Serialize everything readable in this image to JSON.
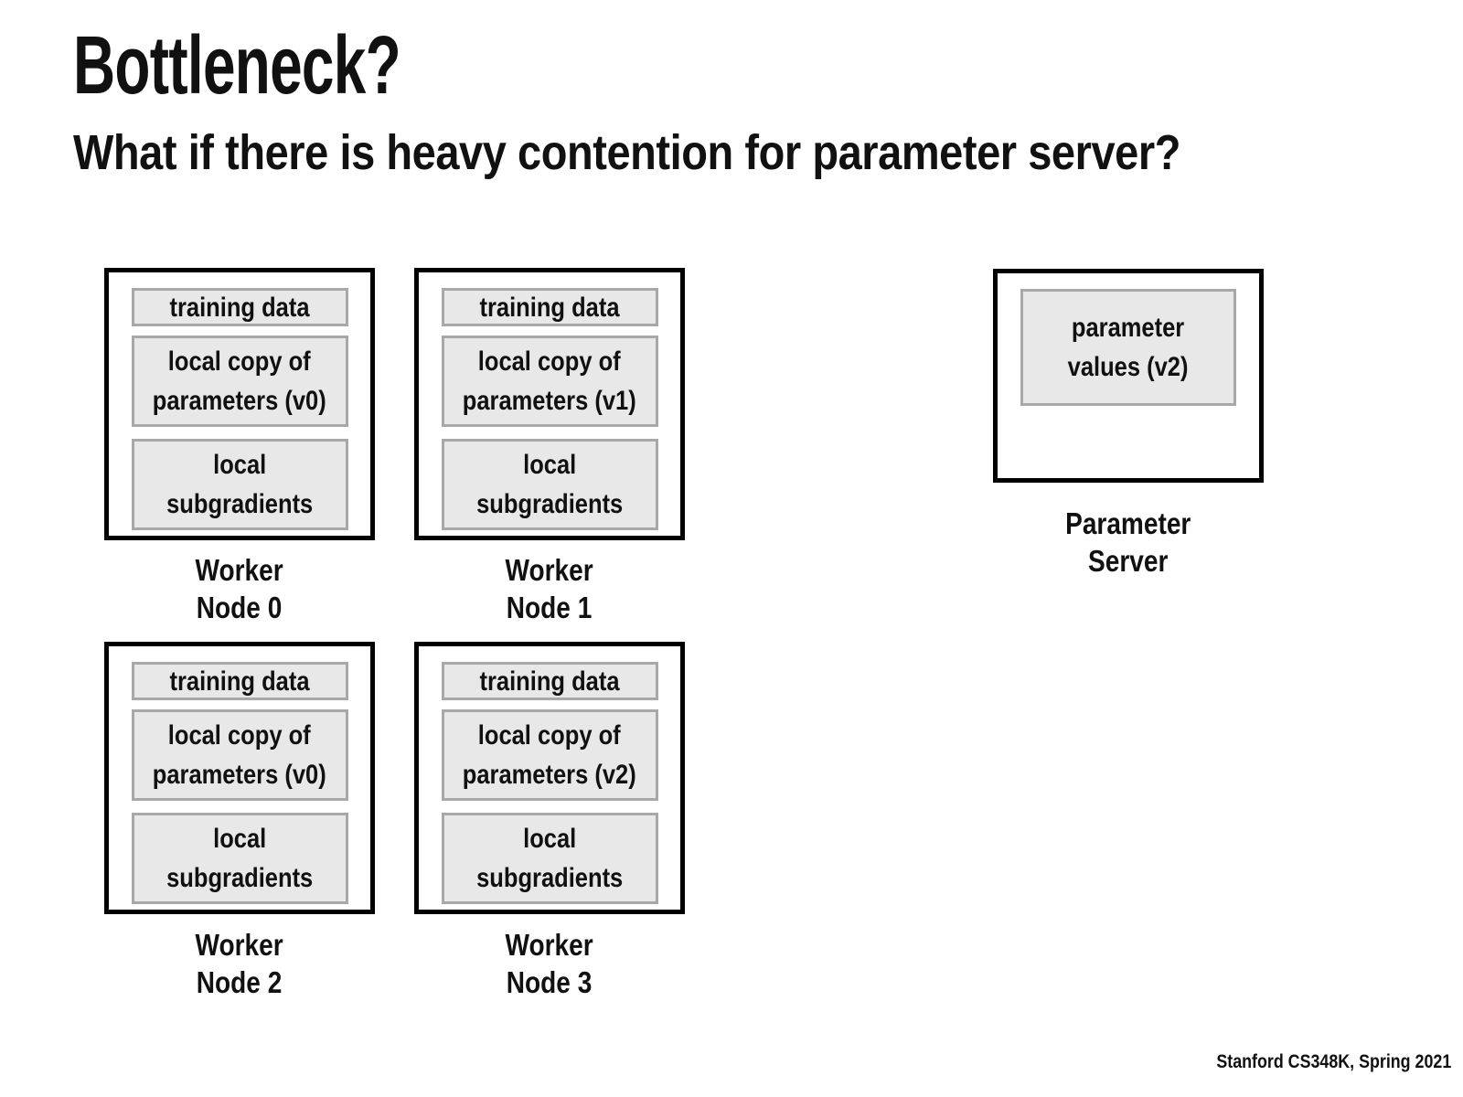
{
  "slide": {
    "title": "Bottleneck?",
    "subtitle": "What if there is heavy contention for parameter server?",
    "footer": "Stanford CS348K, Spring 2021"
  },
  "colors": {
    "background": "#ffffff",
    "box_fill": "#e8e8e8",
    "box_border": "#a8a8a8",
    "node_border": "#000000"
  },
  "diagram": {
    "workers": [
      {
        "label": "Worker\nNode 0",
        "cells": [
          "training data",
          "local copy of\nparameters (v0)",
          "local\nsubgradients"
        ]
      },
      {
        "label": "Worker\nNode 1",
        "cells": [
          "training data",
          "local copy of\nparameters (v1)",
          "local\nsubgradients"
        ]
      },
      {
        "label": "Worker\nNode 2",
        "cells": [
          "training data",
          "local copy of\nparameters (v0)",
          "local\nsubgradients"
        ]
      },
      {
        "label": "Worker\nNode 3",
        "cells": [
          "training data",
          "local copy of\nparameters (v2)",
          "local\nsubgradients"
        ]
      }
    ],
    "server": {
      "label": "Parameter\nServer",
      "cell": "parameter\nvalues (v2)"
    }
  }
}
